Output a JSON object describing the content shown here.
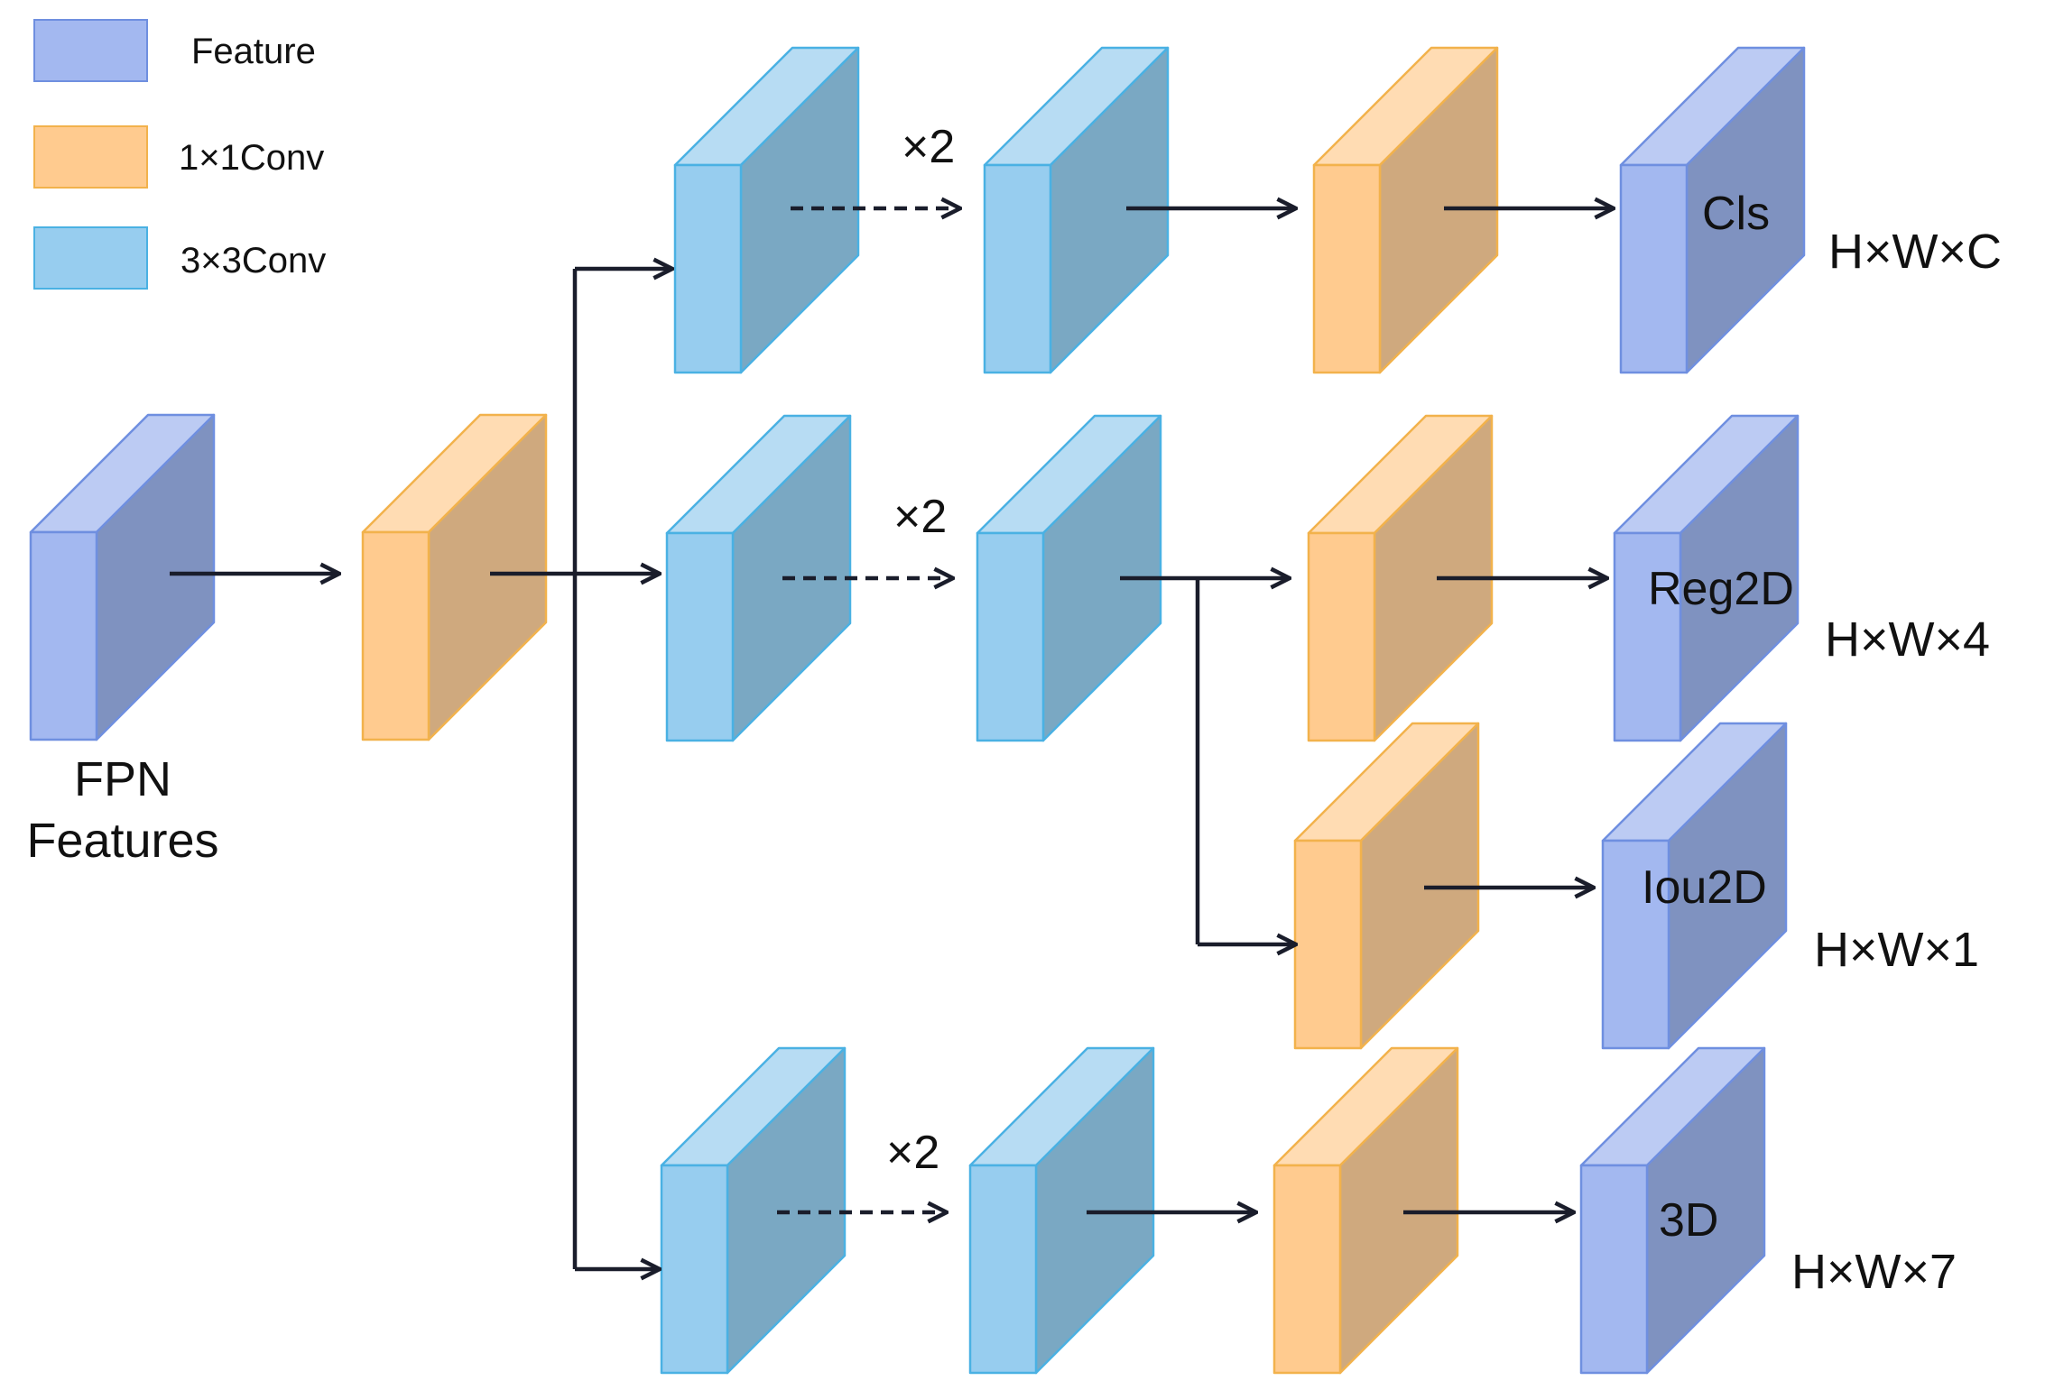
{
  "legend": [
    {
      "label": "Feature",
      "kind": "feature"
    },
    {
      "label": "1×1Conv",
      "kind": "conv1"
    },
    {
      "label": "3×3Conv",
      "kind": "conv3"
    }
  ],
  "input_label_line1": "FPN",
  "input_label_line2": "Features",
  "repeat_label": "×2",
  "heads": [
    {
      "name": "Cls",
      "shape": "H×W×C"
    },
    {
      "name": "Reg2D",
      "shape": "H×W×4"
    },
    {
      "name": "Iou2D",
      "shape": "H×W×1"
    },
    {
      "name": "3D",
      "shape": "H×W×7"
    }
  ],
  "colors": {
    "feature_front": "#a3b8f0",
    "feature_top": "#bccbf3",
    "feature_side": "#7f92c0",
    "feature_stroke": "#6f8fe0",
    "conv1_front": "#ffcb8f",
    "conv1_top": "#ffdcb3",
    "conv1_side": "#cfa97e",
    "conv1_stroke": "#f2b24c",
    "conv3_front": "#97cdef",
    "conv3_top": "#b7dcf3",
    "conv3_side": "#7aa8c3",
    "conv3_stroke": "#4ab1e3",
    "arrow": "#1a1d2b"
  }
}
